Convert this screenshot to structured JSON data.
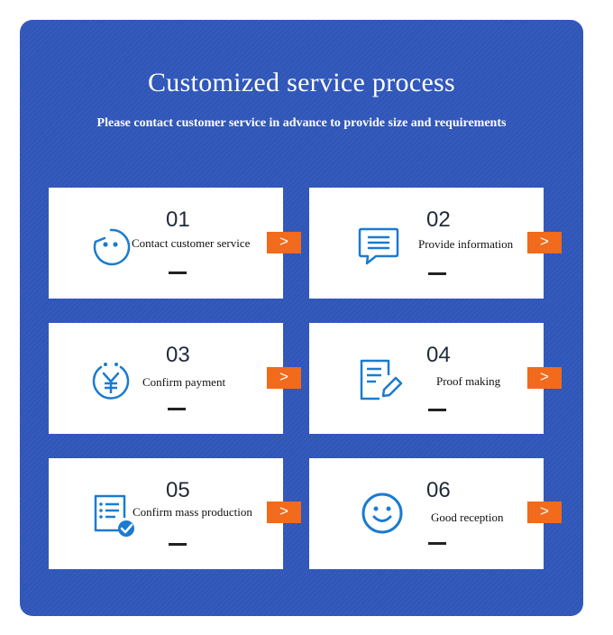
{
  "header": {
    "title": "Customized service process",
    "subtitle": "Please contact customer service in advance to provide size and requirements"
  },
  "steps": [
    {
      "number": "01",
      "label": "Contact customer service",
      "icon": "chat-face-icon",
      "arrow": ">"
    },
    {
      "number": "02",
      "label": "Provide information",
      "icon": "message-icon",
      "arrow": ">"
    },
    {
      "number": "03",
      "label": "Confirm payment",
      "icon": "yuan-payment-icon",
      "arrow": ">"
    },
    {
      "number": "04",
      "label": "Proof making",
      "icon": "document-edit-icon",
      "arrow": ">"
    },
    {
      "number": "05",
      "label": "Confirm mass production",
      "icon": "checklist-icon",
      "arrow": ">"
    },
    {
      "number": "06",
      "label": "Good reception",
      "icon": "smile-icon",
      "arrow": ">"
    }
  ],
  "colors": {
    "panel": "#2f56b8",
    "icon": "#1a7bd0",
    "arrow": "#f26a1b",
    "card": "#ffffff"
  }
}
